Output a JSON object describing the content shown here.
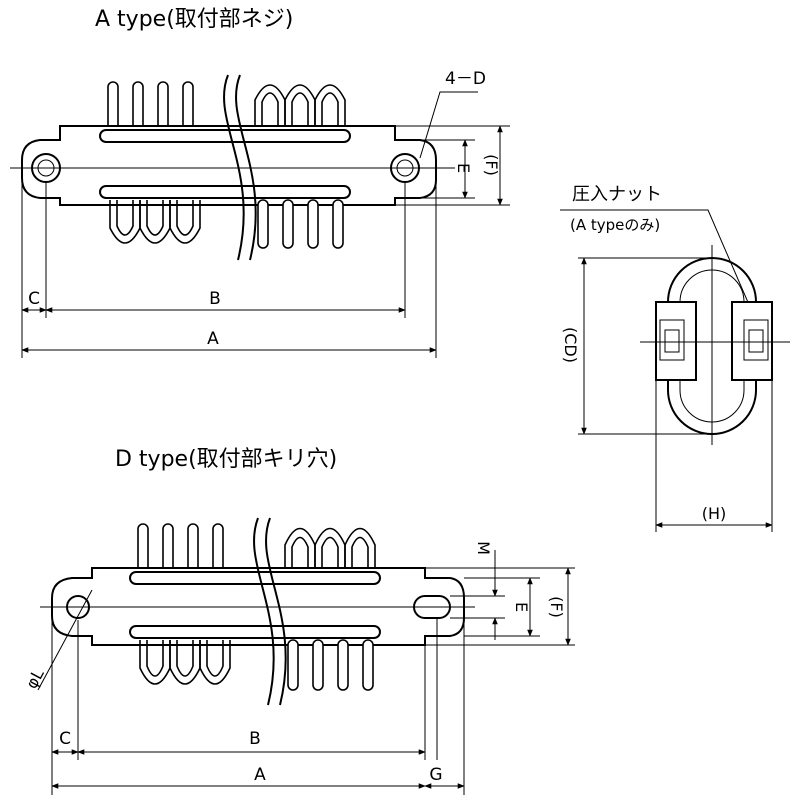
{
  "titles": {
    "a_type": "A type(取付部ネジ)",
    "d_type": "D type(取付部キリ穴)"
  },
  "a_view": {
    "dim_4d": "4－D",
    "dim_e": "E",
    "dim_f": "(F)",
    "dim_c": "C",
    "dim_b": "B",
    "dim_a": "A"
  },
  "side_view": {
    "nut_label": "圧入ナット",
    "nut_note": "(A typeのみ)",
    "dim_cd": "(CD)",
    "dim_h": "(H)"
  },
  "d_view": {
    "dim_m": "M",
    "dim_e": "E",
    "dim_f": "(F)",
    "dim_l": "φL",
    "dim_c": "C",
    "dim_b": "B",
    "dim_a": "A",
    "dim_g": "G"
  }
}
